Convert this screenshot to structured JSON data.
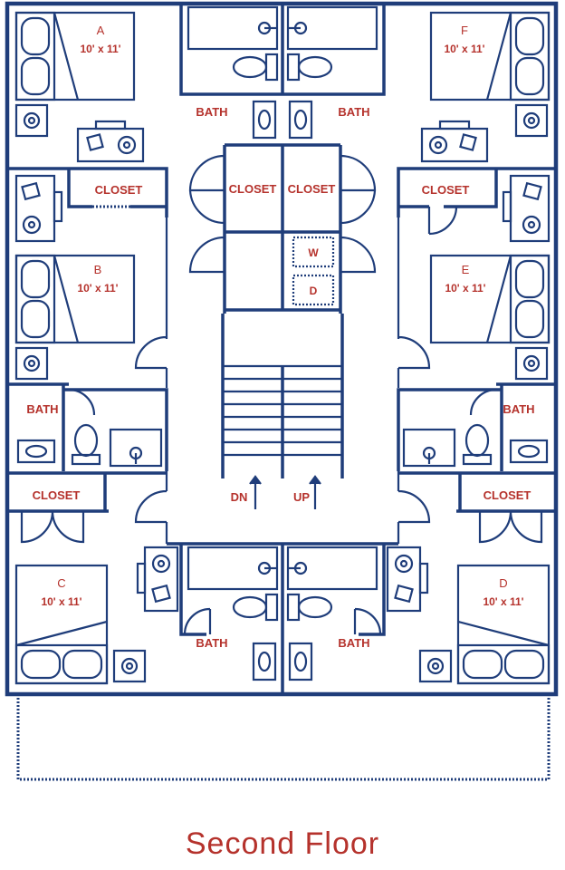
{
  "colors": {
    "wall": "#1f3d7a",
    "label": "#b5322c",
    "background": "#ffffff"
  },
  "title": "Second Floor",
  "rooms": {
    "a": {
      "letter": "A",
      "size": "10' x 11'"
    },
    "b": {
      "letter": "B",
      "size": "10' x 11'"
    },
    "c": {
      "letter": "C",
      "size": "10' x 11'"
    },
    "d": {
      "letter": "D",
      "size": "10' x 11'"
    },
    "e": {
      "letter": "E",
      "size": "10' x 11'"
    },
    "f": {
      "letter": "F",
      "size": "10' x 11'"
    }
  },
  "labels": {
    "bath": "BATH",
    "closet": "CLOSET",
    "washer": "W",
    "dryer": "D",
    "stair_down": "DN",
    "stair_up": "UP"
  }
}
